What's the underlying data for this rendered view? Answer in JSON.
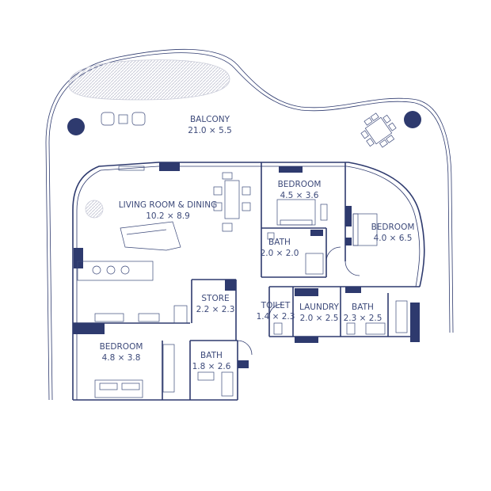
{
  "rooms": {
    "balcony": {
      "name": "BALCONY",
      "dims": "21.0 × 5.5"
    },
    "living": {
      "name": "LIVING ROOM & DINING",
      "dims": "10.2 × 8.9"
    },
    "bedroom1": {
      "name": "BEDROOM",
      "dims": "4.5 × 3.6"
    },
    "bedroom2": {
      "name": "BEDROOM",
      "dims": "4.0 × 6.5"
    },
    "bath1": {
      "name": "BATH",
      "dims": "2.0 × 2.0"
    },
    "store": {
      "name": "STORE",
      "dims": "2.2 × 2.3"
    },
    "toilet": {
      "name": "TOILET",
      "dims": "1.4 × 2.3"
    },
    "laundry": {
      "name": "LAUNDRY",
      "dims": "2.0 × 2.5"
    },
    "bath2": {
      "name": "BATH",
      "dims": "2.3 × 2.5"
    },
    "bedroom3": {
      "name": "BEDROOM",
      "dims": "4.8 × 3.8"
    },
    "bath3": {
      "name": "BATH",
      "dims": "1.8 × 2.6"
    }
  },
  "colors": {
    "line": "#2e3a6e",
    "text": "#3d4a7a",
    "hatch": "#c9cbd8"
  }
}
